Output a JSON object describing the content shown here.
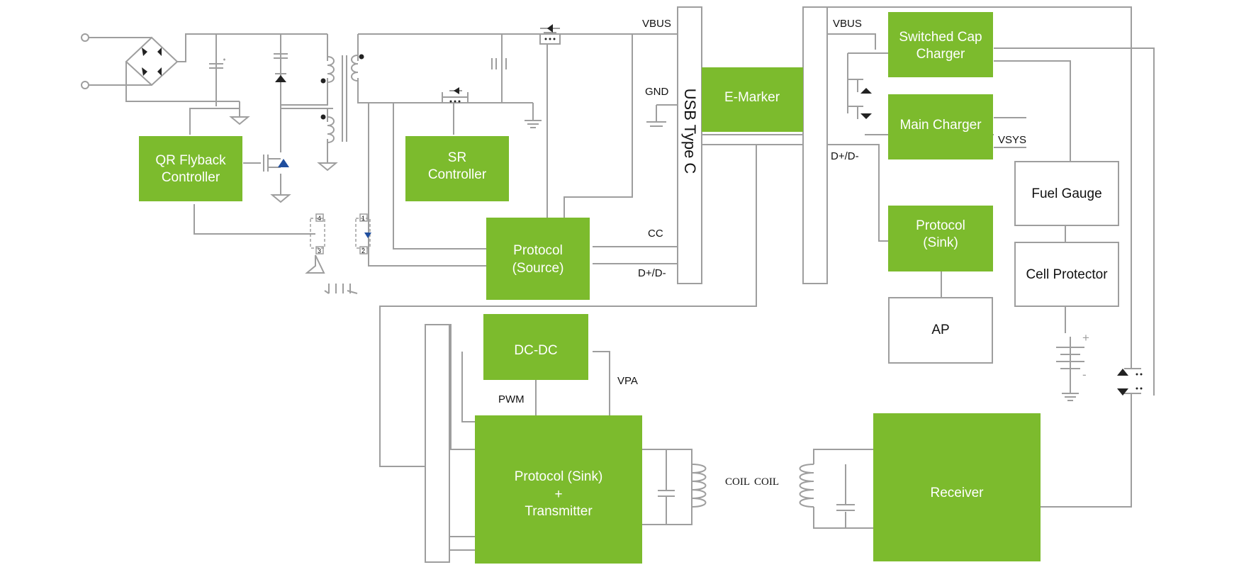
{
  "blocks": {
    "qr_flyback": [
      "QR Flyback",
      "Controller"
    ],
    "sr_controller": [
      "SR",
      "Controller"
    ],
    "protocol_source": [
      "Protocol",
      "(Source)"
    ],
    "usb_type_c": "USB Type C",
    "e_marker": "E-Marker",
    "switched_cap": [
      "Switched Cap",
      "Charger"
    ],
    "main_charger": "Main Charger",
    "fuel_gauge": "Fuel Gauge",
    "cell_protector": "Cell Protector",
    "protocol_sink": [
      "Protocol",
      "(Sink)"
    ],
    "ap": "AP",
    "dc_dc": "DC-DC",
    "transmitter": [
      "Protocol  (Sink)",
      "+",
      "Transmitter"
    ],
    "receiver": "Receiver"
  },
  "signals": {
    "vbus_left": "VBUS",
    "gnd": "GND",
    "cc": "CC",
    "dpdm_left": "D+/D-",
    "vbus_right": "VBUS",
    "dpdm_right": "D+/D-",
    "vsys": "VSYS",
    "pwm": "PWM",
    "vpa": "VPA",
    "coil_left": "COIL",
    "coil_right": "COIL"
  },
  "battery": {
    "plus": "+",
    "minus": "-"
  },
  "optocoupler_pins": [
    "4",
    "3",
    "1",
    "2"
  ],
  "colors": {
    "block_green": "#7cbb2d",
    "wire_gray": "#9e9e9e"
  }
}
